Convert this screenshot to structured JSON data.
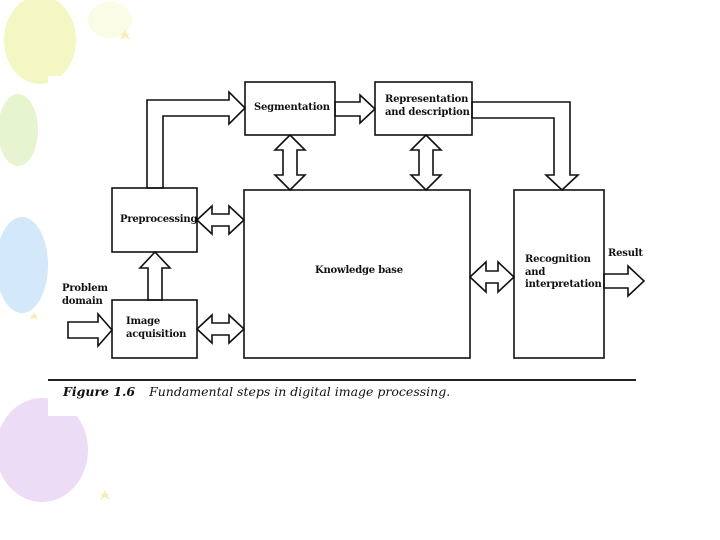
{
  "boxes": {
    "segmentation": "Segmentation",
    "representation_line1": "Representation",
    "representation_line2": "and description",
    "preprocessing": "Preprocessing",
    "knowledge_base": "Knowledge base",
    "recognition_line1": "Recognition",
    "recognition_line2": "and",
    "recognition_line3": "interpretation",
    "image_acq_line1": "Image",
    "image_acq_line2": "acquisition"
  },
  "io": {
    "problem_line1": "Problem",
    "problem_line2": "domain",
    "result": "Result"
  },
  "caption": {
    "figure_number": "Figure 1.6",
    "text": "Fundamental steps in digital image processing."
  },
  "colors": {
    "line": "#111111",
    "balloon_yellow": "#f2f6b8",
    "balloon_blue": "#cfe6f8",
    "balloon_purple": "#e8d6f4",
    "balloon_green": "#e4f5cc"
  }
}
